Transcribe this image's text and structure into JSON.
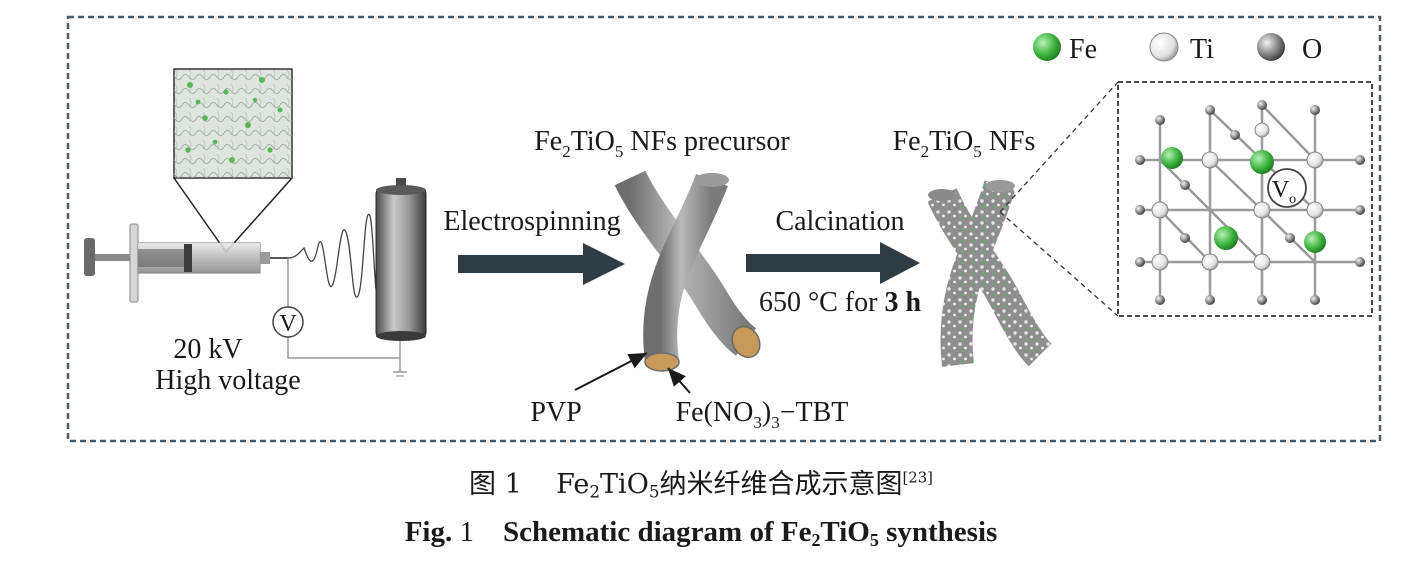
{
  "legend": {
    "fe": "Fe",
    "ti": "Ti",
    "o": "O",
    "fe_color": "#3fb53f",
    "ti_color": "#f2f2f2",
    "o_color": "#8c8c8c"
  },
  "setup": {
    "voltmeter_symbol": "V",
    "voltage_value": "20 kV",
    "voltage_label": "High voltage"
  },
  "steps": {
    "electrospinning": "Electrospinning",
    "calcination": "Calcination",
    "calcination_temp": "650 °C for ",
    "calcination_time": "3 h"
  },
  "precursor": {
    "title_base": "Fe",
    "title_sub1": "2",
    "title_mid": "TiO",
    "title_sub2": "5",
    "title_tail": " NFs precursor",
    "label_pvp": "PVP",
    "label_core_a": "Fe(NO",
    "label_core_sub1": "3",
    "label_core_b": ")",
    "label_core_sub2": "3",
    "label_core_c": "−TBT"
  },
  "product": {
    "title_base": "Fe",
    "title_sub1": "2",
    "title_mid": "TiO",
    "title_sub2": "5",
    "title_tail": " NFs"
  },
  "crystal": {
    "vacancy_label": "V",
    "vacancy_sub": "o"
  },
  "caption": {
    "cn_fig": "图 1",
    "cn_formula_a": "Fe",
    "cn_formula_sub1": "2",
    "cn_formula_b": "TiO",
    "cn_formula_sub2": "5",
    "cn_text": "纳米纤维合成示意图",
    "cn_ref": "[23]",
    "en_fig": "Fig.",
    "en_num": "1",
    "en_text_a": "Schematic diagram of Fe",
    "en_sub1": "2",
    "en_text_b": "TiO",
    "en_sub2": "5",
    "en_text_c": " synthesis"
  }
}
